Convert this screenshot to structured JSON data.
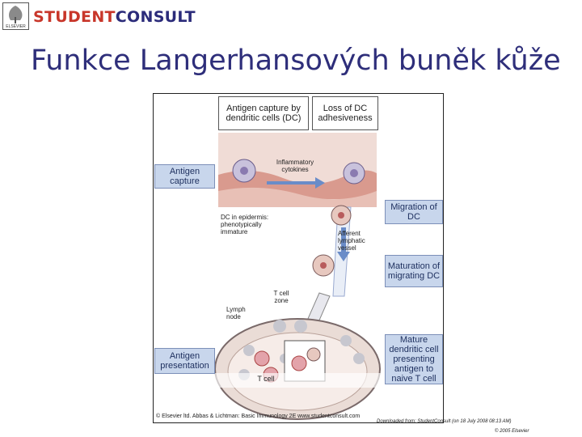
{
  "logo": {
    "publisher": "ELSEVIER",
    "student": "STUDENT",
    "consult": "CONSULT"
  },
  "slide": {
    "title": "Funkce Langerhansových buněk kůže"
  },
  "figure": {
    "left_labels": [
      "Antigen capture",
      "Antigen presentation"
    ],
    "right_labels": [
      "Migration of DC",
      "Maturation of migrating DC",
      "Mature dendritic cell presenting antigen to naive T cell"
    ],
    "top_boxes": [
      "Antigen capture by dendritic cells (DC)",
      "Loss of DC adhesiveness"
    ],
    "annotations": {
      "cytokines": "Inflammatory cytokines",
      "dc_epidermis": "DC in epidermis: phenotypically immature",
      "afferent": "Afferent lymphatic vessel",
      "tcell_zone": "T cell zone",
      "lymph_node": "Lymph node",
      "tcell": "T cell"
    },
    "credit": "© Elsevier ltd. Abbas & Lichtman: Basic Immunology 2E www.studentconsult.com"
  },
  "footer": {
    "downloaded": "Downloaded from: StudentConsult (on 18 July 2008 08:13 AM)",
    "copyright": "© 2005 Elsevier"
  },
  "colors": {
    "title": "#2e2e7a",
    "label_bg": "#c8d6ec",
    "logo_red": "#c8362a",
    "logo_blue": "#2b2b7a"
  }
}
